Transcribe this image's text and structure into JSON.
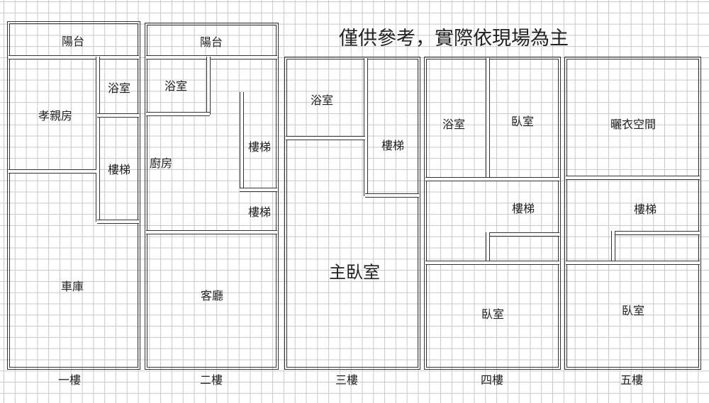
{
  "title": "僅供參考，實際依現場為主",
  "floors": [
    {
      "label": "一樓",
      "rooms": [
        "陽台",
        "浴室",
        "孝親房",
        "樓梯",
        "車庫"
      ]
    },
    {
      "label": "二樓",
      "rooms": [
        "陽台",
        "浴室",
        "廚房",
        "樓梯",
        "樓梯",
        "客廳"
      ]
    },
    {
      "label": "三樓",
      "rooms": [
        "浴室",
        "樓梯",
        "主臥室"
      ]
    },
    {
      "label": "四樓",
      "rooms": [
        "浴室",
        "臥室",
        "樓梯",
        "臥室"
      ]
    },
    {
      "label": "五樓",
      "rooms": [
        "曬衣空間",
        "樓梯",
        "臥室"
      ]
    }
  ]
}
